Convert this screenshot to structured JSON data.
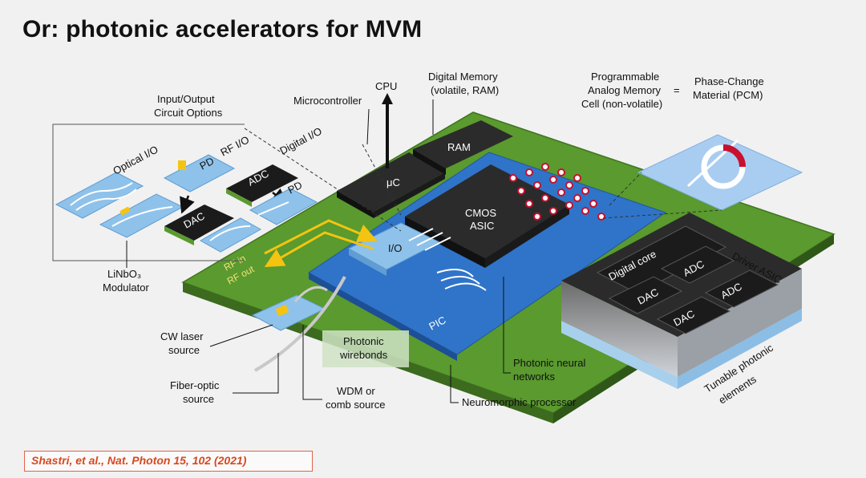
{
  "slide": {
    "title": "Or: photonic accelerators for MVM",
    "citation": "Shastri, et al., Nat. Photon 15, 102 (2021)"
  },
  "labels": {
    "io_title_1": "Input/Output",
    "io_title_2": "Circuit Options",
    "optical_io": "Optical I/O",
    "rf_io": "RF I/O",
    "digital_io": "Digital I/O",
    "pd_1": "PD",
    "pd_2": "PD",
    "adc_io": "ADC",
    "dac_io": "DAC",
    "modulator_1": "LiNbO₃",
    "modulator_2": "Modulator",
    "cpu": "CPU",
    "microcontroller": "Microcontroller",
    "digital_memory_1": "Digital Memory",
    "digital_memory_2": "(volatile, RAM)",
    "ram": "RAM",
    "uc": "μC",
    "cmos_1": "CMOS",
    "cmos_2": "ASIC",
    "io_chip": "I/O",
    "pic": "PIC",
    "rf_in": "RF in",
    "rf_out": "RF out",
    "prog_mem_1": "Programmable",
    "prog_mem_2": "Analog Memory",
    "prog_mem_3": "Cell (non-volatile)",
    "equals": "=",
    "pcm_1": "Phase-Change",
    "pcm_2": "Material (PCM)",
    "driver_asic": "Driver ASIC",
    "digital_core": "Digital core",
    "adc_1": "ADC",
    "adc_2": "ADC",
    "dac_1": "DAC",
    "dac_2": "DAC",
    "tunable_1": "Tunable photonic",
    "tunable_2": "elements",
    "cw_laser_1": "CW laser",
    "cw_laser_2": "source",
    "photonic_wb_1": "Photonic",
    "photonic_wb_2": "wirebonds",
    "fiber_1": "Fiber-optic",
    "fiber_2": "source",
    "wdm_1": "WDM or",
    "wdm_2": "comb source",
    "pnn_1": "Photonic neural",
    "pnn_2": "networks",
    "neuromorphic": "Neuromorphic processor"
  },
  "colors": {
    "board_green": "#5a9a2e",
    "pic_blue": "#2f74c9",
    "chip_dark": "#2b2b2b",
    "io_light_blue": "#8fc2ea",
    "rf_arrow_yellow": "#f4c410",
    "pcm_red": "#c8102e",
    "citation_red": "#d8481f"
  },
  "icons": {
    "cpu_arrow": "arrow-up-icon",
    "pcm_ring": "ring-resonator-icon"
  }
}
